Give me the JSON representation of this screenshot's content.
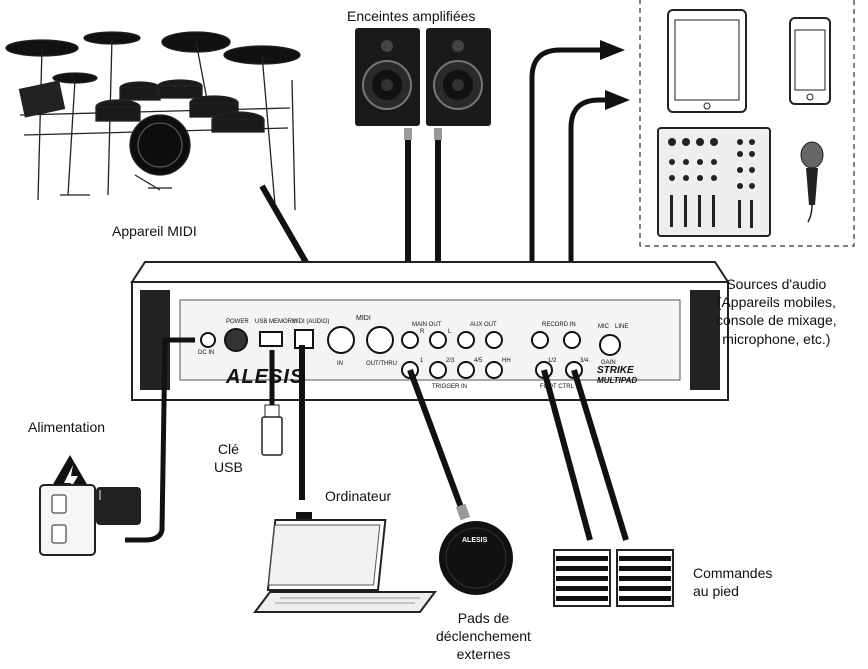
{
  "labels": {
    "speakers": "Enceintes amplifiées",
    "midi_device": "Appareil MIDI",
    "power": "Alimentation",
    "usb_key_line1": "Clé",
    "usb_key_line2": "USB",
    "computer": "Ordinateur",
    "ext_pads_line1": "Pads de",
    "ext_pads_line2": "déclenchement",
    "ext_pads_line3": "externes",
    "footswitch_line1": "Commandes",
    "footswitch_line2": "au pied",
    "audio_sources_line1": "Sources d'audio",
    "audio_sources_line2": "(Appareils mobiles,",
    "audio_sources_line3": "console de mixage,",
    "audio_sources_line4": "microphone, etc.)"
  },
  "panel": {
    "brand": "ALESIS",
    "product_line1": "STRIKE",
    "product_line2": "MULTIPAD",
    "dc_in": "DC IN",
    "power": "POWER",
    "usb_memory": "USB MEMORY",
    "midi_audio": "MIDI (AUDIO)",
    "midi": "MIDI",
    "midi_in": "IN",
    "midi_out": "OUT/THRU",
    "main_out": "MAIN OUT",
    "aux_out": "AUX OUT",
    "trigger_in": "TRIGGER IN",
    "record_in": "RECORD IN",
    "foot_ctrl": "FOOT CTRL",
    "mic": "MIC",
    "line": "LINE",
    "gain": "GAIN",
    "jack_r": "R",
    "jack_l": "L",
    "t1": "1",
    "t23": "2/3",
    "t45": "4/5",
    "thh": "HH",
    "f12": "1/2",
    "f34": "3/4",
    "pad_brand": "ALESIS"
  }
}
